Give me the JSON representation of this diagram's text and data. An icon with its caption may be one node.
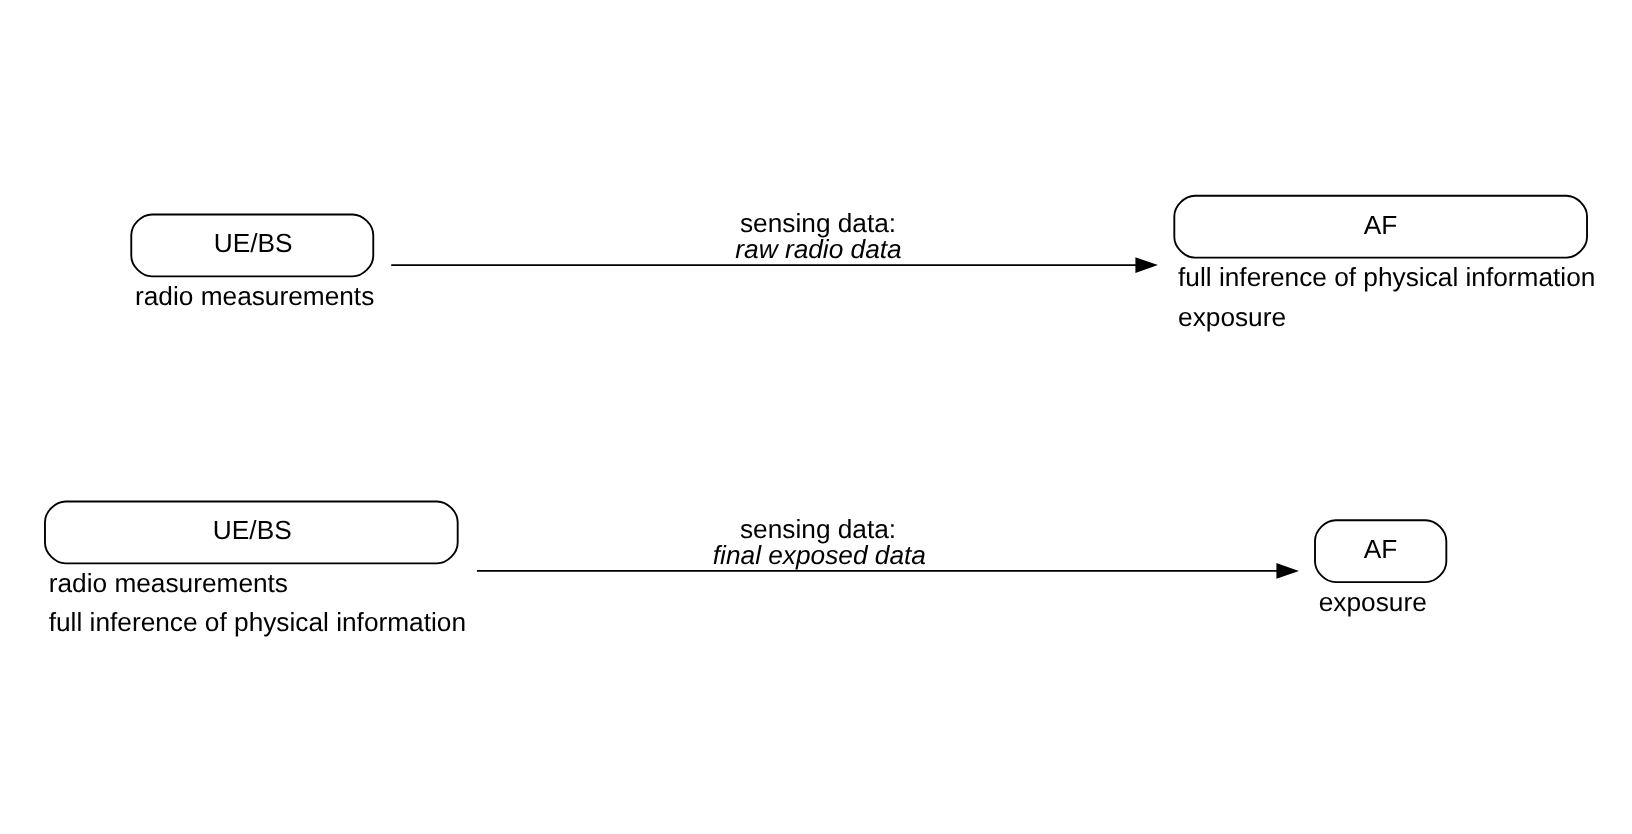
{
  "diagram": {
    "nodes": [
      {
        "text": [
          "UE/BS"
        ],
        "beside": [
          "radio measurements",
          "full inference of physical information"
        ]
      },
      {
        "text": [
          "AF"
        ],
        "beside": [
          "exposure"
        ]
      },
      {
        "text": [
          "UE/BS"
        ],
        "beside": [
          "radio measurements"
        ]
      },
      {
        "text": [
          "AF"
        ],
        "beside": [
          "full inference of physical information",
          "exposure"
        ]
      }
    ],
    "edges": [
      {
        "from": 0,
        "to": 1,
        "arrow": "to",
        "label": "sensing data: *final exposed data*"
      },
      {
        "from": 2,
        "to": 3,
        "arrow": "to",
        "label": "sensing data: *raw radio data*"
      }
    ]
  }
}
